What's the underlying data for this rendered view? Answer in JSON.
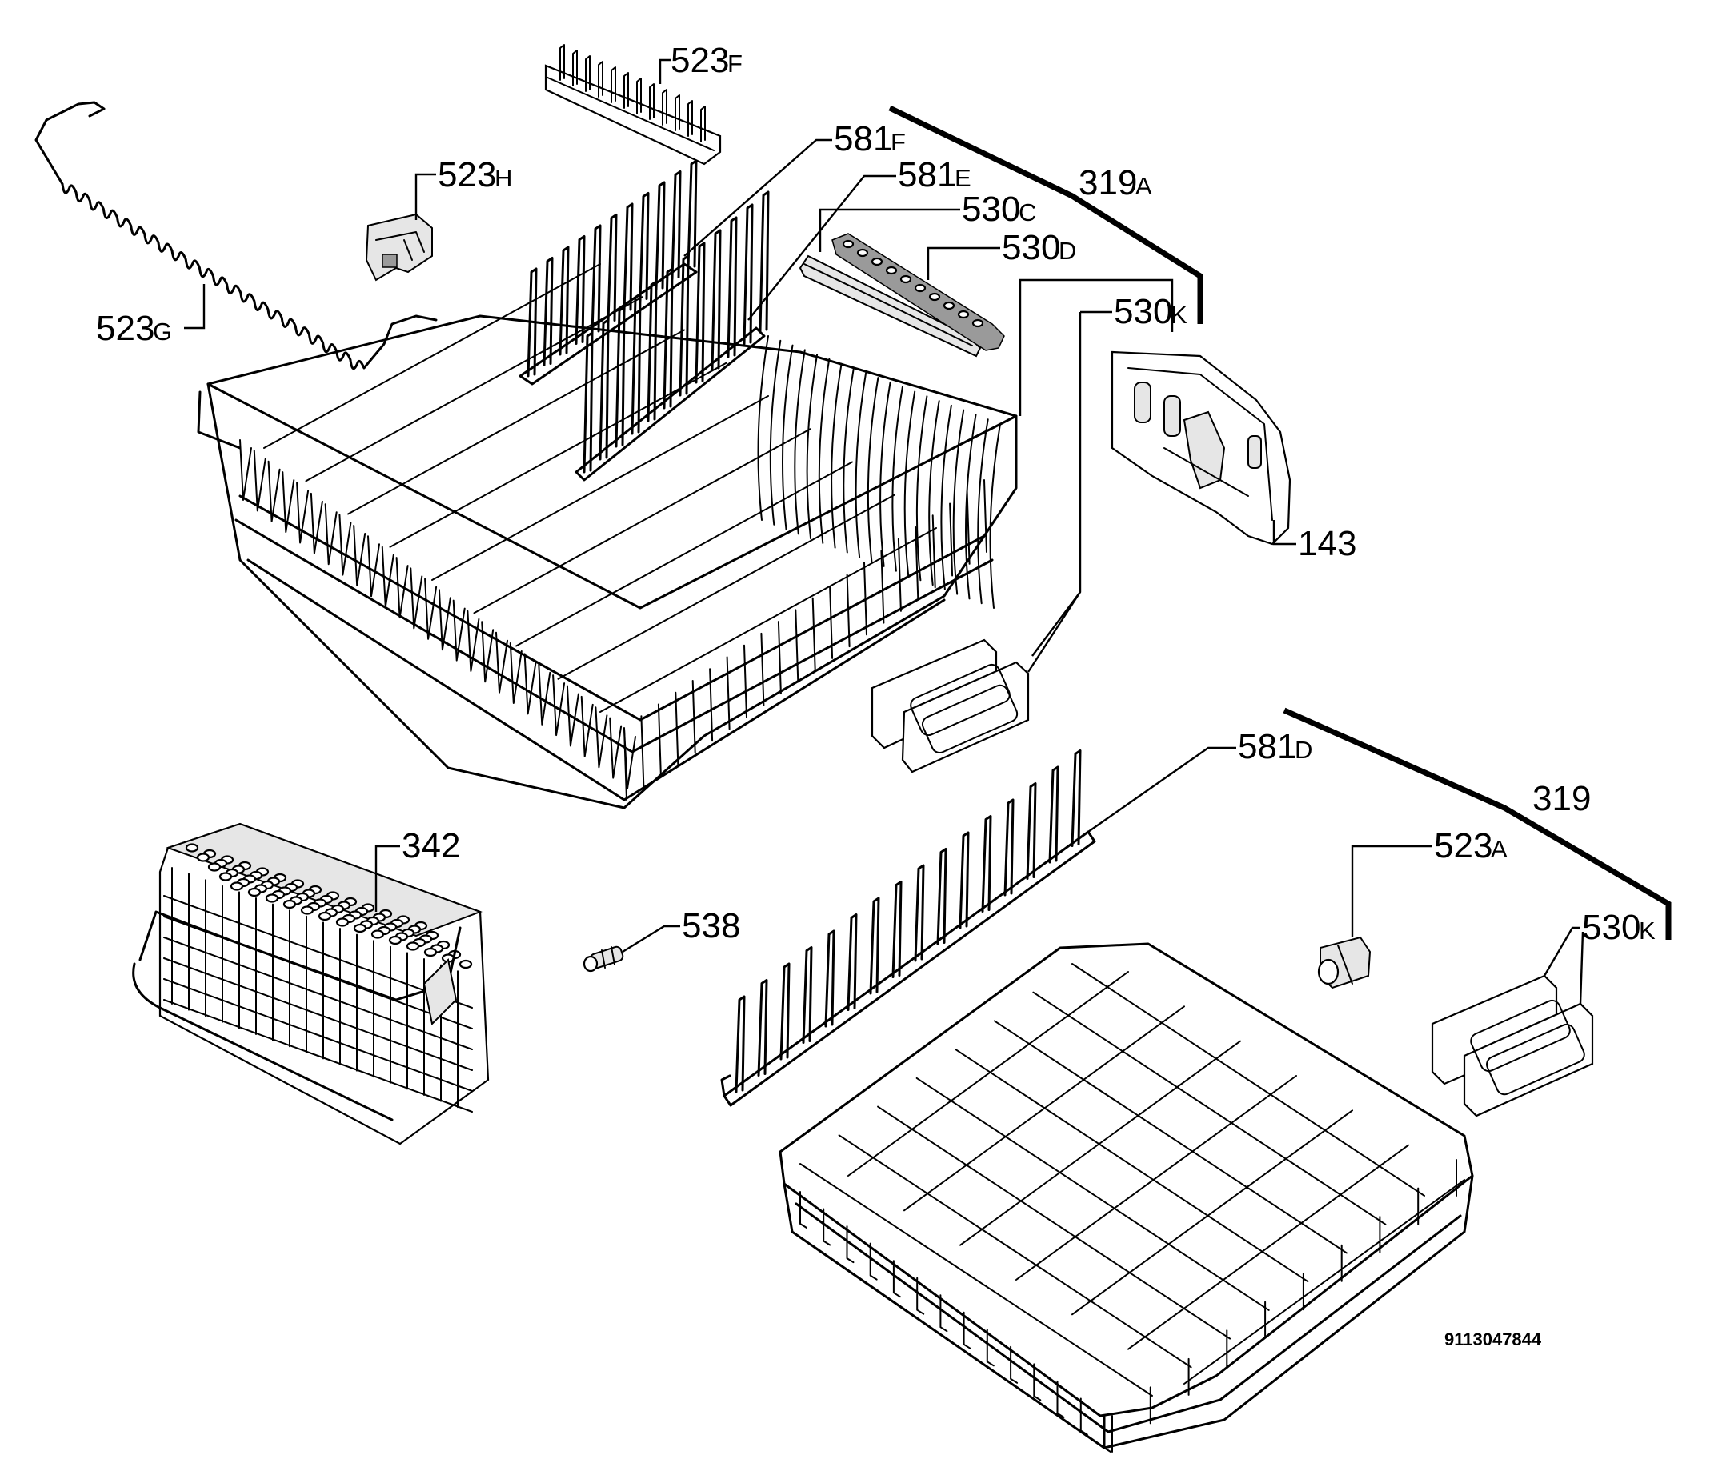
{
  "callouts": [
    {
      "id": "523f",
      "num": "523",
      "suffix": "F"
    },
    {
      "id": "581f",
      "num": "581",
      "suffix": "F"
    },
    {
      "id": "581e",
      "num": "581",
      "suffix": "E"
    },
    {
      "id": "319a",
      "num": "319",
      "suffix": "A"
    },
    {
      "id": "523h",
      "num": "523",
      "suffix": "H"
    },
    {
      "id": "530c",
      "num": "530",
      "suffix": "C"
    },
    {
      "id": "530d",
      "num": "530",
      "suffix": "D"
    },
    {
      "id": "523g",
      "num": "523",
      "suffix": "G"
    },
    {
      "id": "530k1",
      "num": "530",
      "suffix": "K"
    },
    {
      "id": "143",
      "num": "143",
      "suffix": ""
    },
    {
      "id": "581d",
      "num": "581",
      "suffix": "D"
    },
    {
      "id": "319",
      "num": "319",
      "suffix": ""
    },
    {
      "id": "342",
      "num": "342",
      "suffix": ""
    },
    {
      "id": "523a",
      "num": "523",
      "suffix": "A"
    },
    {
      "id": "538",
      "num": "538",
      "suffix": ""
    },
    {
      "id": "530k2",
      "num": "530",
      "suffix": "K"
    }
  ],
  "diagram_code": "9113047844"
}
